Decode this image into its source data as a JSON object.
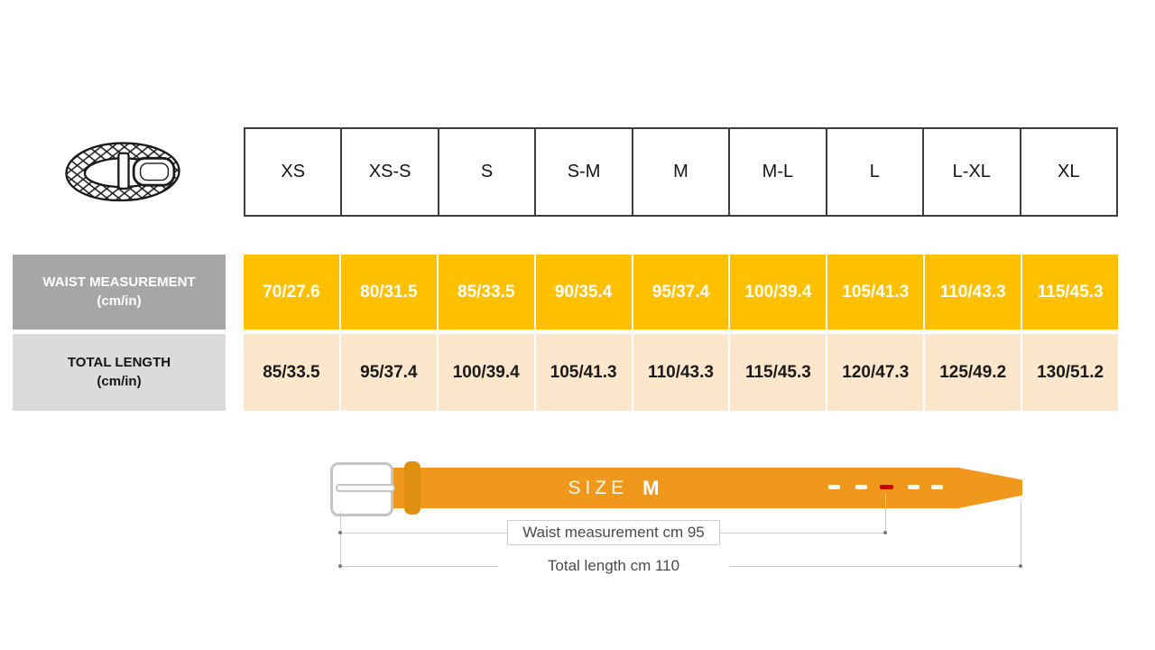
{
  "product_table": {
    "sizes": [
      "XS",
      "XS-S",
      "S",
      "S-M",
      "M",
      "M-L",
      "L",
      "L-XL",
      "XL"
    ],
    "waist_row": {
      "label": "WAIST MEASUREMENT",
      "unit": "(cm/in)",
      "values": [
        "70/27.6",
        "80/31.5",
        "85/33.5",
        "90/35.4",
        "95/37.4",
        "100/39.4",
        "105/41.3",
        "110/43.3",
        "115/45.3"
      ]
    },
    "length_row": {
      "label": "TOTAL LENGTH",
      "unit": "(cm/in)",
      "values": [
        "85/33.5",
        "95/37.4",
        "100/39.4",
        "105/41.3",
        "110/43.3",
        "115/45.3",
        "120/47.3",
        "125/49.2",
        "130/51.2"
      ]
    }
  },
  "belt_diagram": {
    "size_word": "SIZE",
    "size_value": "M",
    "waist_annotation": "Waist measurement cm 95",
    "length_annotation": "Total length cm 110"
  },
  "icons": {
    "product_icon": "braided-belt-icon",
    "selected_hole": "red-hole-marker"
  },
  "colors": {
    "waist_row_bg": "#FFC000",
    "length_row_bg": "#FCE6CC",
    "waist_label_bg": "#A6A6A6",
    "length_label_bg": "#DBDBDB",
    "header_border": "#3D3D3D",
    "belt_orange": "#F0981B",
    "keeper_orange": "#E18F10",
    "hole_red": "#CC0000",
    "guide_gray": "#C9C9C9"
  },
  "chart_data": {
    "type": "table",
    "columns": [
      "XS",
      "XS-S",
      "S",
      "S-M",
      "M",
      "M-L",
      "L",
      "L-XL",
      "XL"
    ],
    "rows": [
      {
        "name": "WAIST MEASUREMENT (cm/in)",
        "values": [
          "70/27.6",
          "80/31.5",
          "85/33.5",
          "90/35.4",
          "95/37.4",
          "100/39.4",
          "105/41.3",
          "110/43.3",
          "115/45.3"
        ]
      },
      {
        "name": "TOTAL LENGTH (cm/in)",
        "values": [
          "85/33.5",
          "95/37.4",
          "100/39.4",
          "105/41.3",
          "110/43.3",
          "115/45.3",
          "120/47.3",
          "125/49.2",
          "130/51.2"
        ]
      }
    ]
  }
}
